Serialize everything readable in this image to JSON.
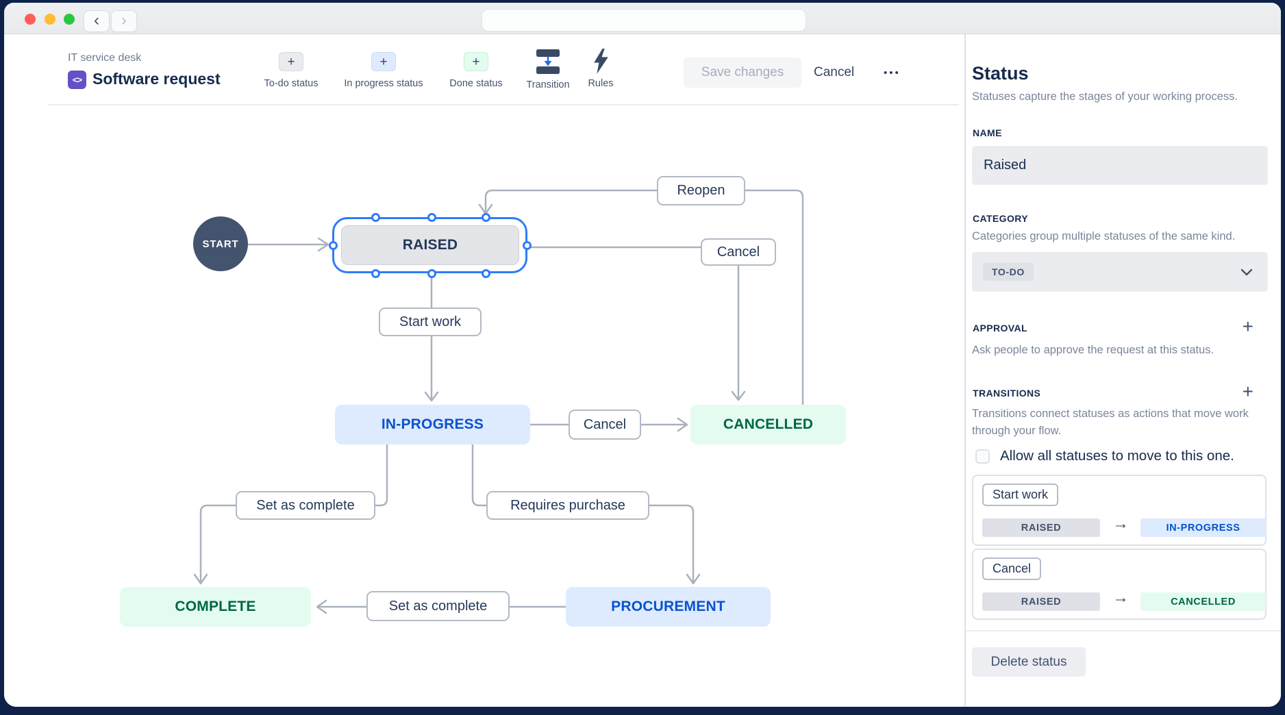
{
  "window": {
    "back": "‹",
    "forward": "›",
    "address_value": ""
  },
  "header": {
    "project": "IT service desk",
    "project_icon": "<>",
    "title": "Software request",
    "toolbar": {
      "plus": "+",
      "todo_label": "To-do status",
      "inprogress_label": "In progress status",
      "done_label": "Done status",
      "transition_label": "Transition",
      "rules_label": "Rules"
    },
    "save_button": "Save changes",
    "cancel_button": "Cancel",
    "more_button": "•••"
  },
  "diagram": {
    "start": "START",
    "nodes": {
      "raised": "RAISED",
      "inprogress": "IN-PROGRESS",
      "cancelled": "CANCELLED",
      "complete": "COMPLETE",
      "procurement": "PROCUREMENT"
    },
    "edges": {
      "reopen": "Reopen",
      "cancel_top": "Cancel",
      "start_work": "Start work",
      "cancel_mid": "Cancel",
      "set_complete_upper": "Set as complete",
      "requires_purchase": "Requires purchase",
      "set_complete_lower": "Set as complete"
    },
    "colors": {
      "todo_bg": "#dfe1e6",
      "todo_text": "#253858",
      "inprogress_bg": "#deebff",
      "inprogress_text": "#0052cc",
      "done_bg": "#e3fcef",
      "done_text": "#006644",
      "start_bg": "#44546f",
      "selection": "#2e7cf6",
      "connector": "#a9b1bd"
    }
  },
  "sidebar": {
    "title": "Status",
    "subtitle": "Statuses capture the stages of your working process.",
    "name": {
      "label": "NAME",
      "value": "Raised"
    },
    "category": {
      "label": "CATEGORY",
      "help": "Categories group multiple statuses of the same kind.",
      "value": "TO-DO"
    },
    "approval": {
      "label": "APPROVAL",
      "help": "Ask people to approve the request at this status.",
      "add": "+"
    },
    "transitions": {
      "label": "TRANSITIONS",
      "help": "Transitions connect statuses as actions that move work through your flow.",
      "add": "+",
      "allow_all": "Allow all statuses to move to this one.",
      "allow_all_checked": false,
      "arrow": "→",
      "items": [
        {
          "action": "Start work",
          "from": "RAISED",
          "to": "IN-PROGRESS"
        },
        {
          "action": "Cancel",
          "from": "RAISED",
          "to": "CANCELLED"
        }
      ]
    },
    "delete_button": "Delete status"
  }
}
